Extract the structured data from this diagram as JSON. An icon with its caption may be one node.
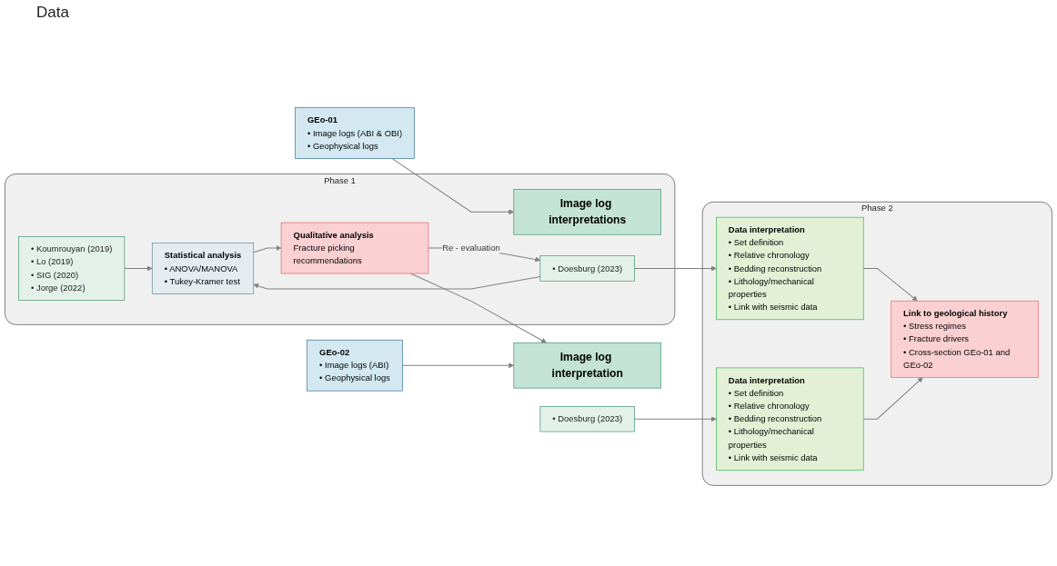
{
  "diagram": {
    "nodes": [
      {
        "text": [
          "GEo-01",
          "• Image logs (ABI & OBI)",
          "• Geophysical logs"
        ]
      },
      {
        "text": [
          "Phase 1"
        ]
      },
      {
        "text": [
          "Image log interpretations"
        ],
        "in": 1
      },
      {
        "text": [
          "• Koumrouyan (2019)",
          "• Lo (2019)",
          "• SIG (2020)",
          "• Jorge (2022)"
        ],
        "in": 1
      },
      {
        "text": [
          "• Doesburg (2023)"
        ],
        "in": 1
      },
      {
        "text": [
          "Statistical analysis",
          "• ANOVA/MANOVA",
          "• Tukey-Kramer test"
        ],
        "in": 1
      },
      {
        "text": [
          "Qualitative analysis",
          "Fracture picking recommendations"
        ],
        "in": 1
      },
      {
        "text": [
          "Phase 2"
        ]
      },
      {
        "text": [
          "Data interpretation",
          "• Set definition",
          "• Relative chronology",
          "• Bedding reconstruction",
          "• Lithology/mechanical properties",
          "• Link with seismic data"
        ],
        "in": 7
      },
      {
        "text": [
          "Link to geological history",
          "• Stress regimes",
          "• Fracture drivers",
          "• Cross-section GEo-01 and GEo-02"
        ],
        "in": 7
      },
      {
        "text": [
          "Data interpretation",
          "• Set definition",
          "• Relative chronology",
          "• Bedding reconstruction",
          "• Lithology/mechanical properties",
          "• Link with seismic data"
        ],
        "in": 7
      },
      {
        "text": [
          "GEo-02",
          "• Image logs (ABI)",
          "• Geophysical logs"
        ]
      },
      {
        "text": [
          "Image log interpretation"
        ]
      },
      {
        "text": [
          "• Doesburg (2023)"
        ]
      }
    ],
    "edges": [
      {
        "from": 0,
        "to": 2,
        "arrow": "to"
      },
      {
        "from": 3,
        "to": 5,
        "arrow": "to"
      },
      {
        "from": 4,
        "to": 5,
        "arrow": "to"
      },
      {
        "from": 5,
        "to": 6,
        "arrow": "to"
      },
      {
        "from": 6,
        "to": 4,
        "arrow": "to",
        "label": "Re - evaluation"
      },
      {
        "from": 4,
        "to": 8,
        "arrow": "to"
      },
      {
        "from": 8,
        "to": 9,
        "arrow": "to"
      },
      {
        "from": 10,
        "to": 9,
        "arrow": "to"
      },
      {
        "from": 6,
        "to": 12,
        "arrow": "to"
      },
      {
        "from": 11,
        "to": 12,
        "arrow": "to"
      },
      {
        "from": 13,
        "to": 10,
        "arrow": "to"
      }
    ],
    "labels": [
      "Data"
    ]
  }
}
